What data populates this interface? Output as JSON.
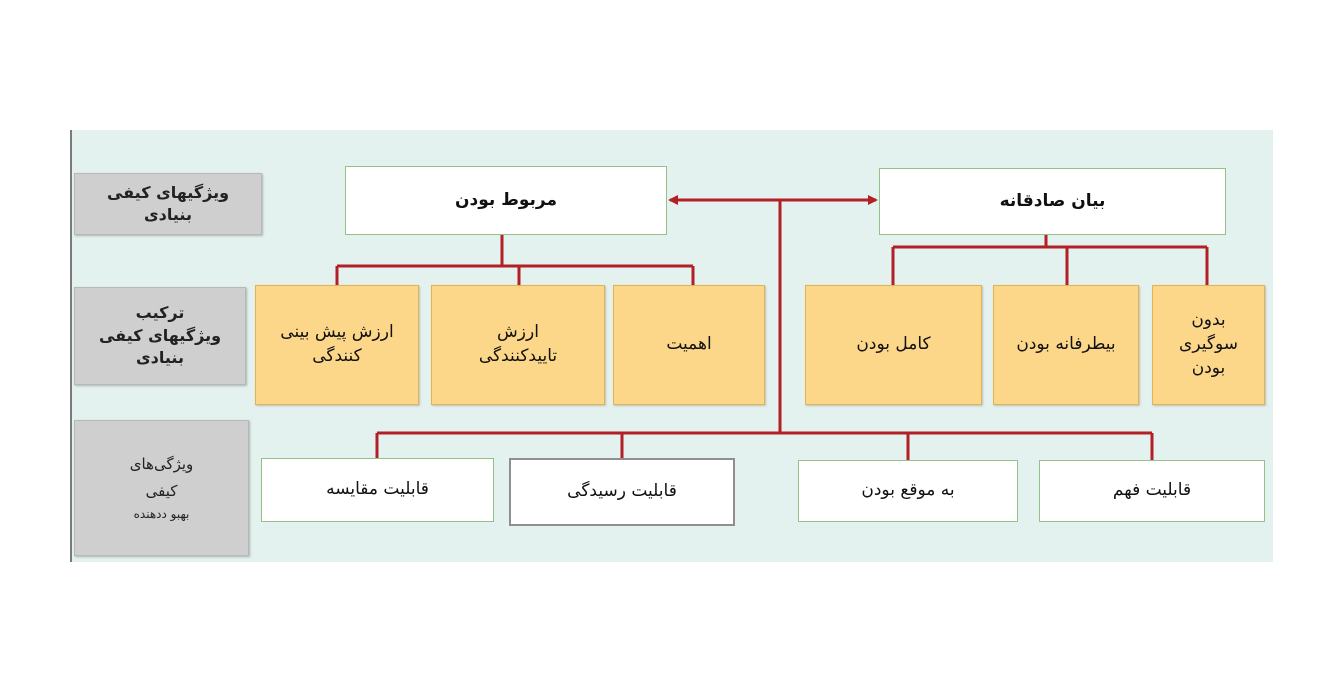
{
  "row_labels": {
    "fundamental": "ویژگیهای کیفی بنیادی",
    "combination": "ترکیب ویژگیهای کیفی بنیادی",
    "enhancing": [
      "ویژگی‌های",
      "کیفی",
      "بهبو ددهنده"
    ]
  },
  "fundamental": {
    "relevance": "مربوط بودن",
    "faithful_representation": "بیان صادقانه"
  },
  "relevance_components": {
    "predictive_value": "ارزش پیش بینی کنندگی",
    "confirmatory_value": "ارزش تاییدکنندگی",
    "materiality": "اهمیت"
  },
  "faithful_components": {
    "completeness": "کامل بودن",
    "neutrality": "بیطرفانه بودن",
    "free_from_error": "بدون سوگیری بودن"
  },
  "enhancing": {
    "comparability": "قابلیت مقایسه",
    "verifiability": "قابلیت رسیدگی",
    "timeliness": "به موقع بودن",
    "understandability": "قابلیت فهم"
  },
  "colors": {
    "connector": "#b22026",
    "panel": "#e3f1ef",
    "mid_fill": "#fcd78a",
    "box_border": "#94c08a",
    "label_fill": "#cfcfcf"
  }
}
